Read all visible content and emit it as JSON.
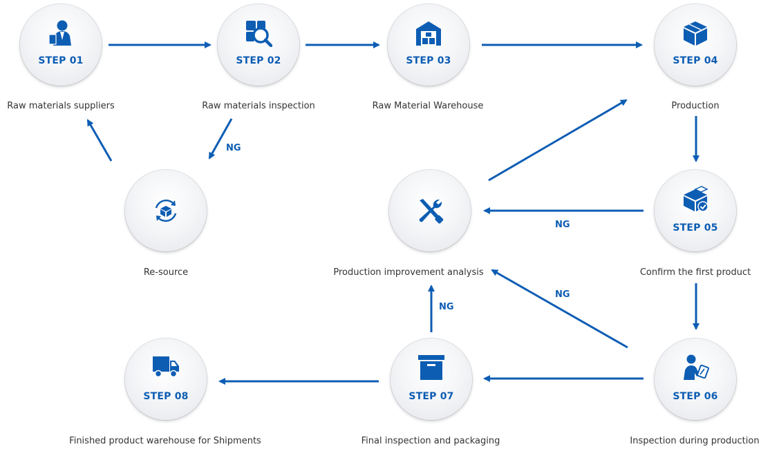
{
  "colors": {
    "accent": "#0d5db3",
    "text": "#333333"
  },
  "nodes": {
    "s01": {
      "step": "STEP 01",
      "label": "Raw materials suppliers",
      "icon": "supplier-person-icon"
    },
    "s02": {
      "step": "STEP 02",
      "label": "Raw materials inspection",
      "icon": "magnifier-inspection-icon"
    },
    "s03": {
      "step": "STEP 03",
      "label": "Raw Material Warehouse",
      "icon": "warehouse-icon"
    },
    "s04": {
      "step": "STEP 04",
      "label": "Production",
      "icon": "box-icon"
    },
    "s05": {
      "step": "STEP 05",
      "label": "Confirm the first product",
      "icon": "box-check-icon"
    },
    "s06": {
      "step": "STEP 06",
      "label": "Inspection during production",
      "icon": "person-clipboard-icon"
    },
    "s07": {
      "step": "STEP 07",
      "label": "Final inspection and packaging",
      "icon": "packaging-box-icon"
    },
    "s08": {
      "step": "STEP 08",
      "label": "Finished product warehouse for Shipments",
      "icon": "truck-icon"
    },
    "resource": {
      "label": "Re-source",
      "icon": "recycle-box-icon"
    },
    "improve": {
      "label": "Production improvement analysis",
      "icon": "wrench-screwdriver-icon"
    }
  },
  "ng_labels": {
    "ng1": "NG",
    "ng2": "NG",
    "ng3": "NG",
    "ng4": "NG"
  }
}
